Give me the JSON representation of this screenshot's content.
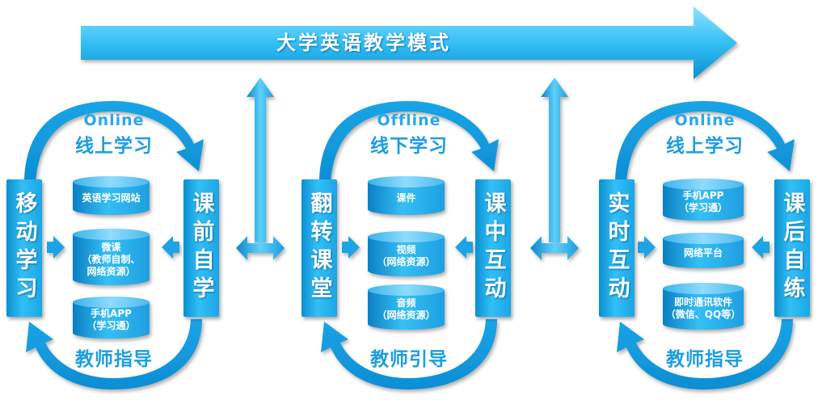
{
  "title": "大学英语教学模式",
  "colors": {
    "primary": "#1b9ee0",
    "light": "#6fd3fb",
    "dark": "#0a7fc4"
  },
  "panels": [
    {
      "en": "Online",
      "zh": "线上学习",
      "left_pillar": "移动学习",
      "right_pillar": "课前自学",
      "bottom": "教师指导",
      "items": [
        "英语学习网站",
        "微课\n（教师自制、\n网络资源）",
        "手机APP\n（学习通）"
      ]
    },
    {
      "en": "Offline",
      "zh": "线下学习",
      "left_pillar": "翻转课堂",
      "right_pillar": "课中互动",
      "bottom": "教师引导",
      "items": [
        "课件",
        "视频\n（网络资源）",
        "音频\n（网络资源）"
      ]
    },
    {
      "en": "Online",
      "zh": "线上学习",
      "left_pillar": "实时互动",
      "right_pillar": "课后自练",
      "bottom": "教师指导",
      "items": [
        "手机APP\n（学习通）",
        "网络平台",
        "即时通讯软件\n（微信、QQ等）"
      ]
    }
  ]
}
